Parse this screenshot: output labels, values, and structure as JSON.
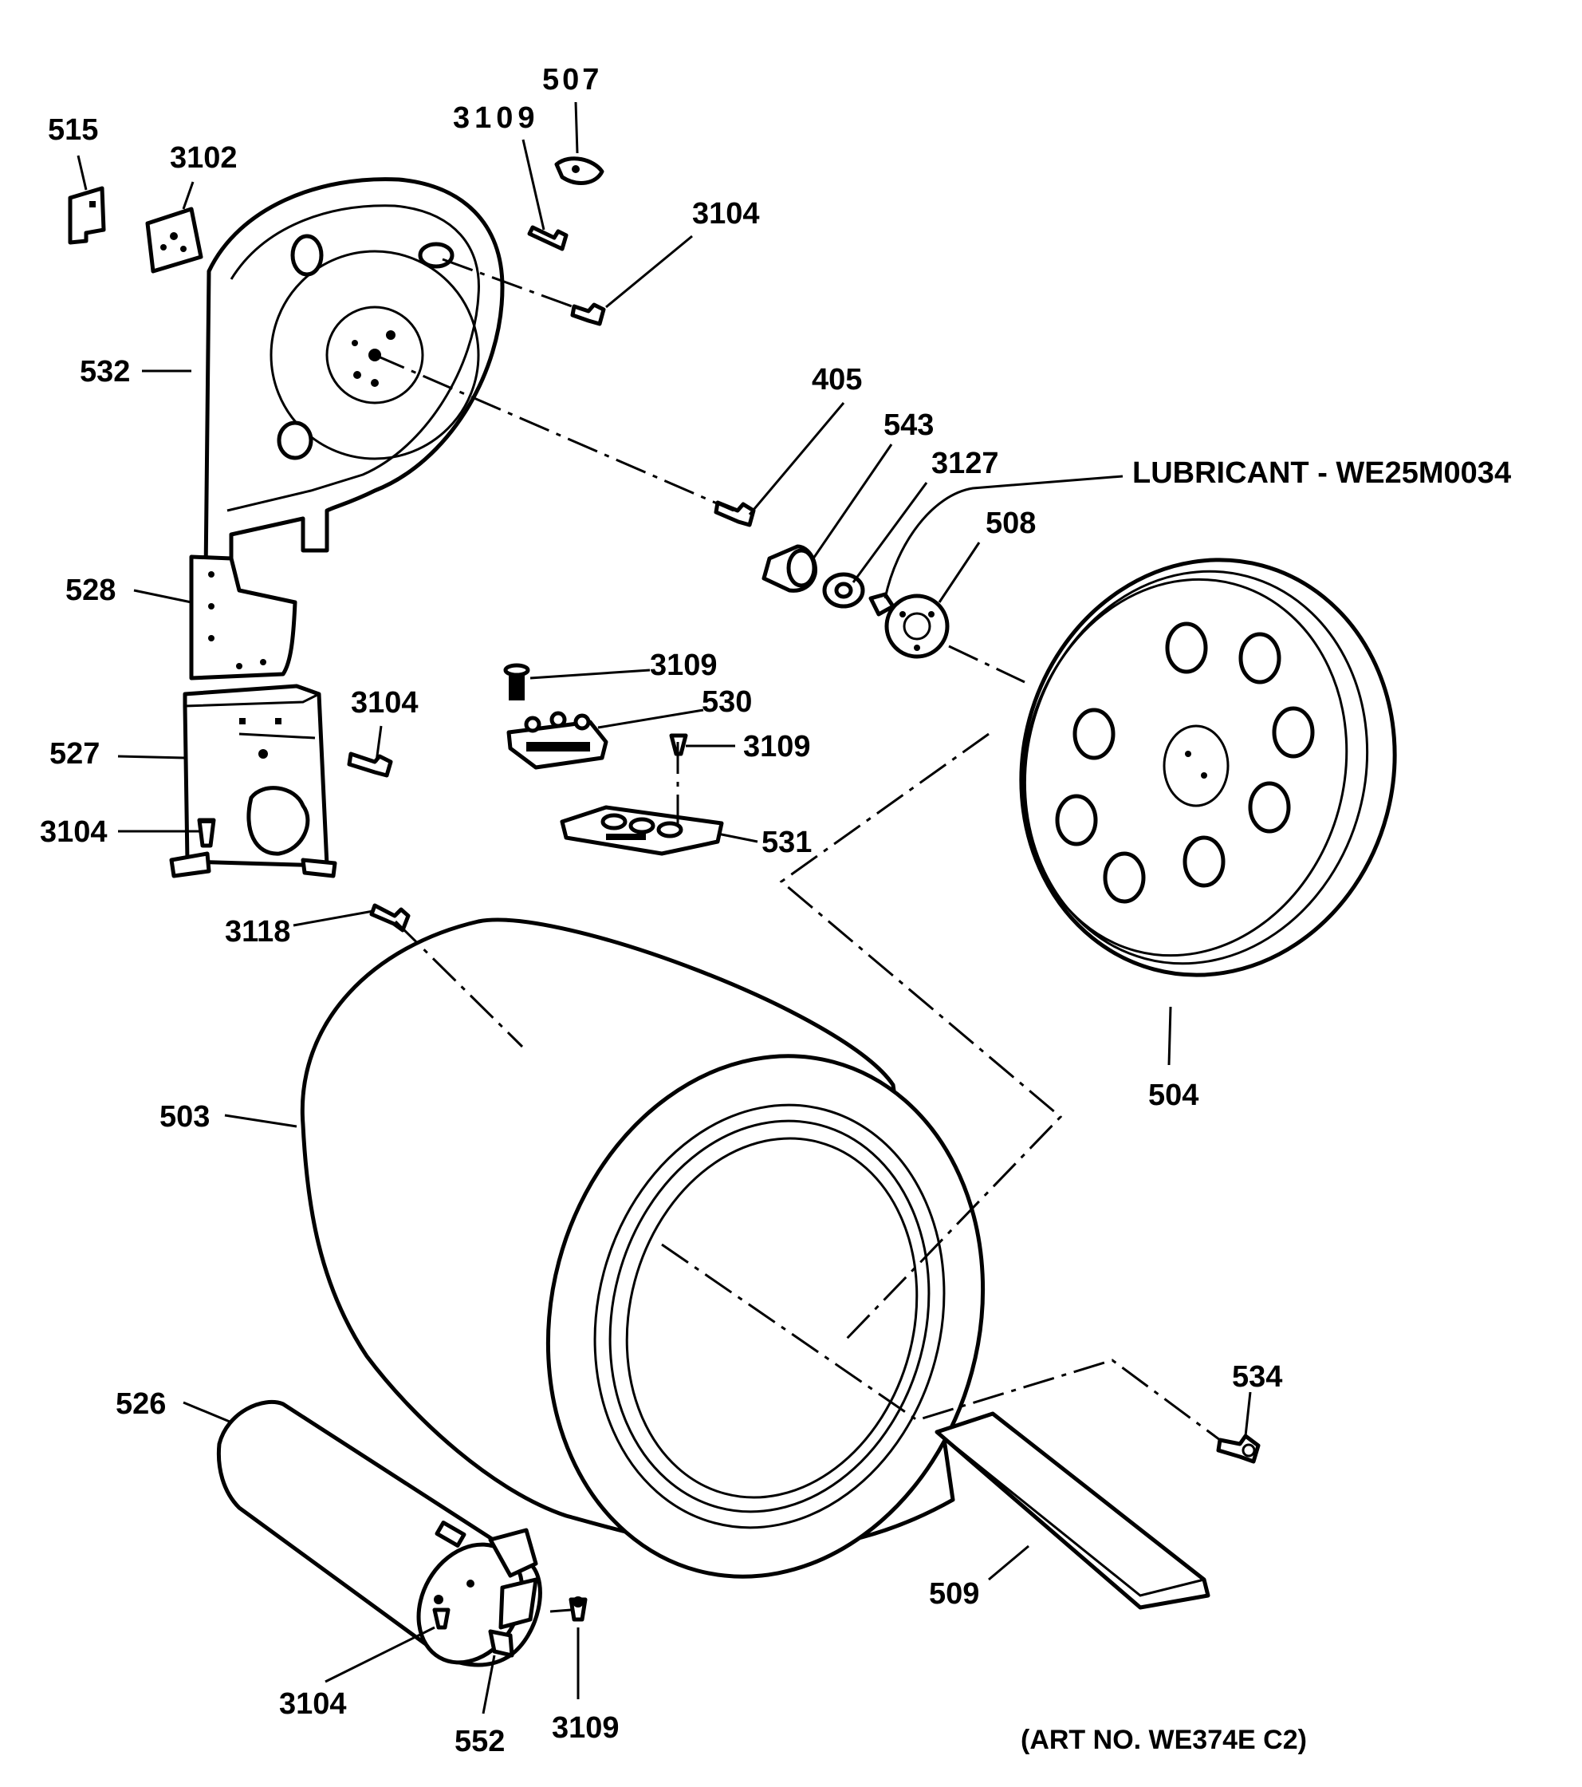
{
  "callouts": {
    "c515": "515",
    "c3102": "3102",
    "c507": "507",
    "c3109_top": "3109",
    "c3104_top": "3104",
    "c532": "532",
    "c405": "405",
    "c543": "543",
    "c3127": "3127",
    "lubricant": "LUBRICANT - WE25M0034",
    "c508": "508",
    "c528": "528",
    "c3109_mid": "3109",
    "c530": "530",
    "c3104_mid": "3104",
    "c527": "527",
    "c3109_right": "3109",
    "c3104_left": "3104",
    "c531": "531",
    "c3118": "3118",
    "c504": "504",
    "c503": "503",
    "c534": "534",
    "c526": "526",
    "c509": "509",
    "c3104_bottom": "3104",
    "c552": "552",
    "c3109_bottom": "3109",
    "art_no": "(ART NO. WE374E C2)"
  }
}
